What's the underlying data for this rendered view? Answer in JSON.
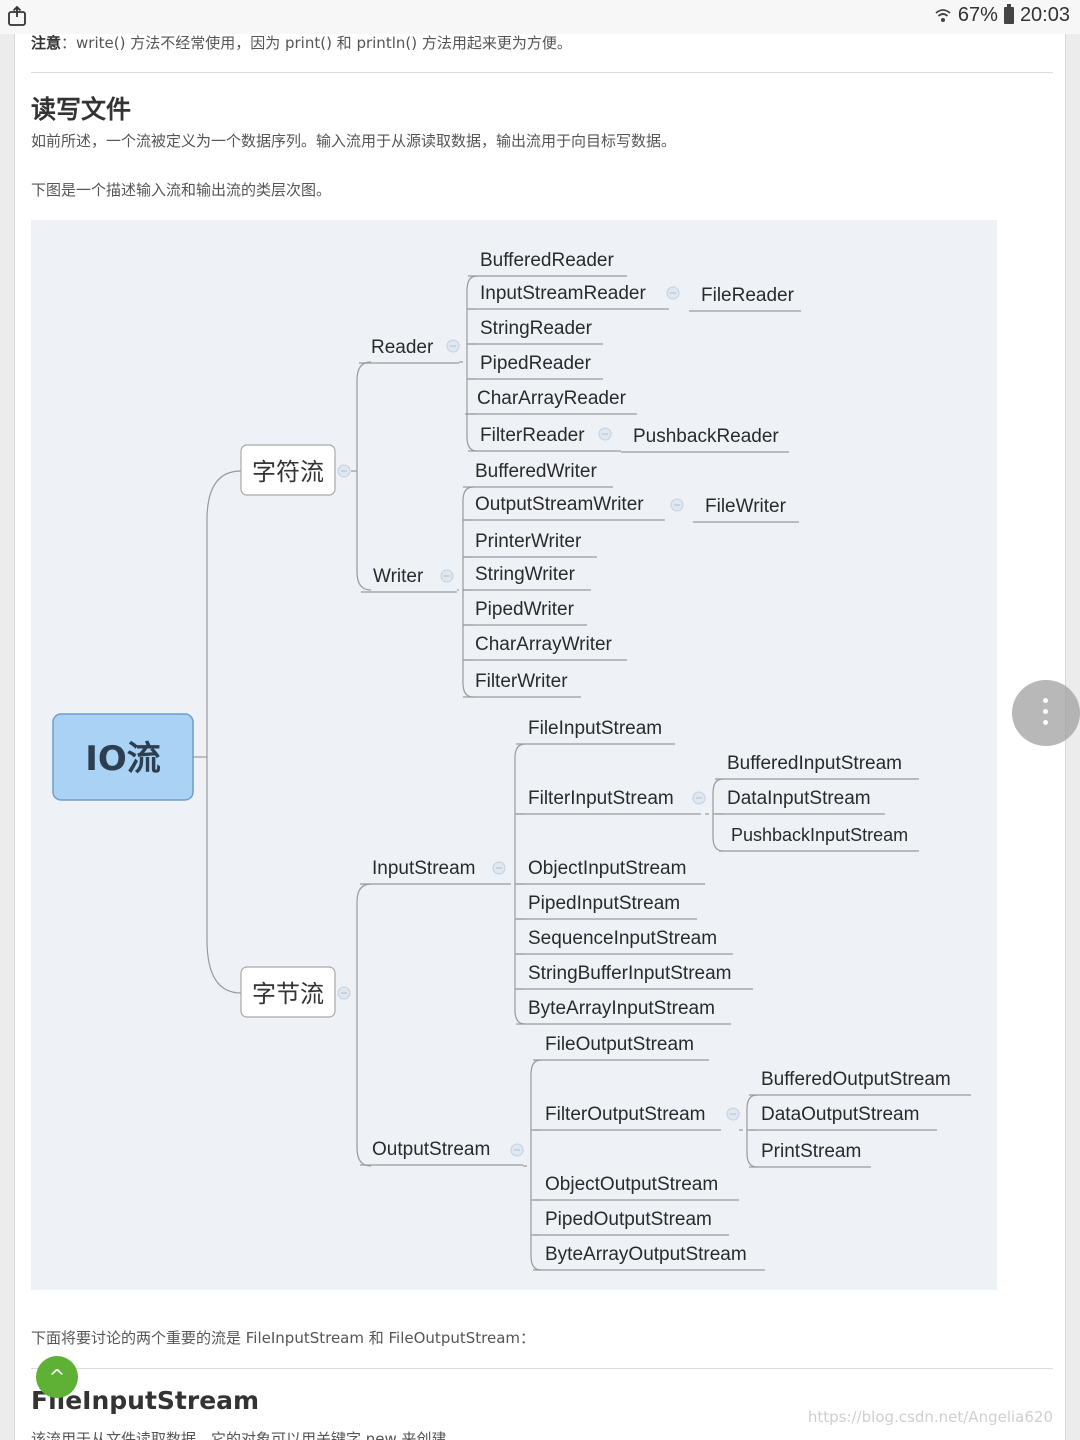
{
  "status": {
    "battery": "67%",
    "time": "20:03"
  },
  "content": {
    "note_label": "注意",
    "note_text": "：write() 方法不经常使用，因为 print() 和 println() 方法用起来更为方便。",
    "section_title": "读写文件",
    "para1": "如前所述，一个流被定义为一个数据序列。输入流用于从源读取数据，输出流用于向目标写数据。",
    "para2": "下图是一个描述输入流和输出流的类层次图。",
    "para3": "下面将要讨论的两个重要的流是 FileInputStream 和 FileOutputStream：",
    "h2": "FileInputStream",
    "para4": "该流用于从文件读取数据，它的对象可以用关键字 new 来创建。",
    "watermark": "https://blog.csdn.net/Angelia620"
  },
  "diagram": {
    "root": "IO流",
    "char_stream": "字符流",
    "byte_stream": "字节流",
    "reader": "Reader",
    "writer": "Writer",
    "input_stream": "InputStream",
    "output_stream": "OutputStream",
    "reader_children": [
      "BufferedReader",
      "InputStreamReader",
      "StringReader",
      "PipedReader",
      "CharArrayReader",
      "FilterReader"
    ],
    "file_reader": "FileReader",
    "pushback_reader": "PushbackReader",
    "writer_children": [
      "BufferedWriter",
      "OutputStreamWriter",
      "PrinterWriter",
      "StringWriter",
      "PipedWriter",
      "CharArrayWriter",
      "FilterWriter"
    ],
    "file_writer": "FileWriter",
    "input_children": [
      "FileInputStream",
      "FilterInputStream",
      "ObjectInputStream",
      "PipedInputStream",
      "SequenceInputStream",
      "StringBufferInputStream",
      "ByteArrayInputStream"
    ],
    "filter_input_children": [
      "BufferedInputStream",
      "DataInputStream",
      "PushbackInputStream"
    ],
    "output_children": [
      "FileOutputStream",
      "FilterOutputStream",
      "ObjectOutputStream",
      "PipedOutputStream",
      "ByteArrayOutputStream"
    ],
    "filter_output_children": [
      "BufferedOutputStream",
      "DataOutputStream",
      "PrintStream"
    ]
  },
  "colors": {
    "root_fill": "#a9d2f5",
    "line": "#9a9a9a",
    "back_to_top": "#5fb135"
  },
  "icons": [
    "share-icon",
    "wifi-icon",
    "battery-icon",
    "more-vertical-icon",
    "back-to-top-icon"
  ]
}
